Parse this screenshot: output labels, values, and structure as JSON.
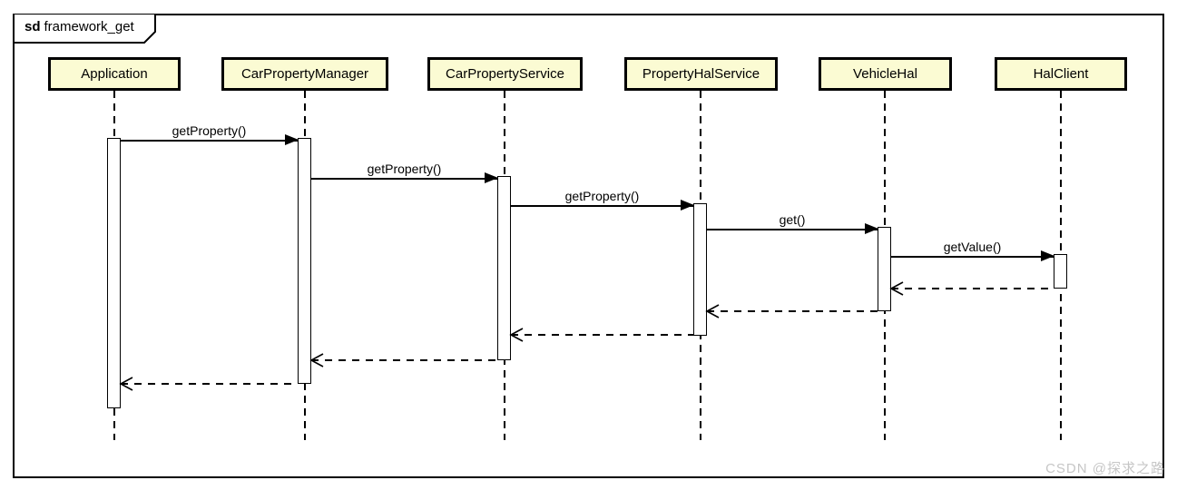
{
  "frame": {
    "keyword": "sd",
    "title": "framework_get"
  },
  "lifelines": [
    {
      "label": "Application"
    },
    {
      "label": "CarPropertyManager"
    },
    {
      "label": "CarPropertyService"
    },
    {
      "label": "PropertyHalService"
    },
    {
      "label": "VehicleHal"
    },
    {
      "label": "HalClient"
    }
  ],
  "messages": [
    {
      "kind": "call",
      "label": "getProperty()",
      "from": "Application",
      "to": "CarPropertyManager"
    },
    {
      "kind": "call",
      "label": "getProperty()",
      "from": "CarPropertyManager",
      "to": "CarPropertyService"
    },
    {
      "kind": "call",
      "label": "getProperty()",
      "from": "CarPropertyService",
      "to": "PropertyHalService"
    },
    {
      "kind": "call",
      "label": "get()",
      "from": "PropertyHalService",
      "to": "VehicleHal"
    },
    {
      "kind": "call",
      "label": "getValue()",
      "from": "VehicleHal",
      "to": "HalClient"
    },
    {
      "kind": "return",
      "label": "",
      "from": "HalClient",
      "to": "VehicleHal"
    },
    {
      "kind": "return",
      "label": "",
      "from": "VehicleHal",
      "to": "PropertyHalService"
    },
    {
      "kind": "return",
      "label": "",
      "from": "PropertyHalService",
      "to": "CarPropertyService"
    },
    {
      "kind": "return",
      "label": "",
      "from": "CarPropertyService",
      "to": "CarPropertyManager"
    },
    {
      "kind": "return",
      "label": "",
      "from": "CarPropertyManager",
      "to": "Application"
    }
  ],
  "watermark": {
    "text": "CSDN @探求之路"
  },
  "colors": {
    "lifeline_fill": "#FBFBD3",
    "stroke": "#000000",
    "background": "#FFFFFF",
    "watermark": "#C6C6C6"
  }
}
